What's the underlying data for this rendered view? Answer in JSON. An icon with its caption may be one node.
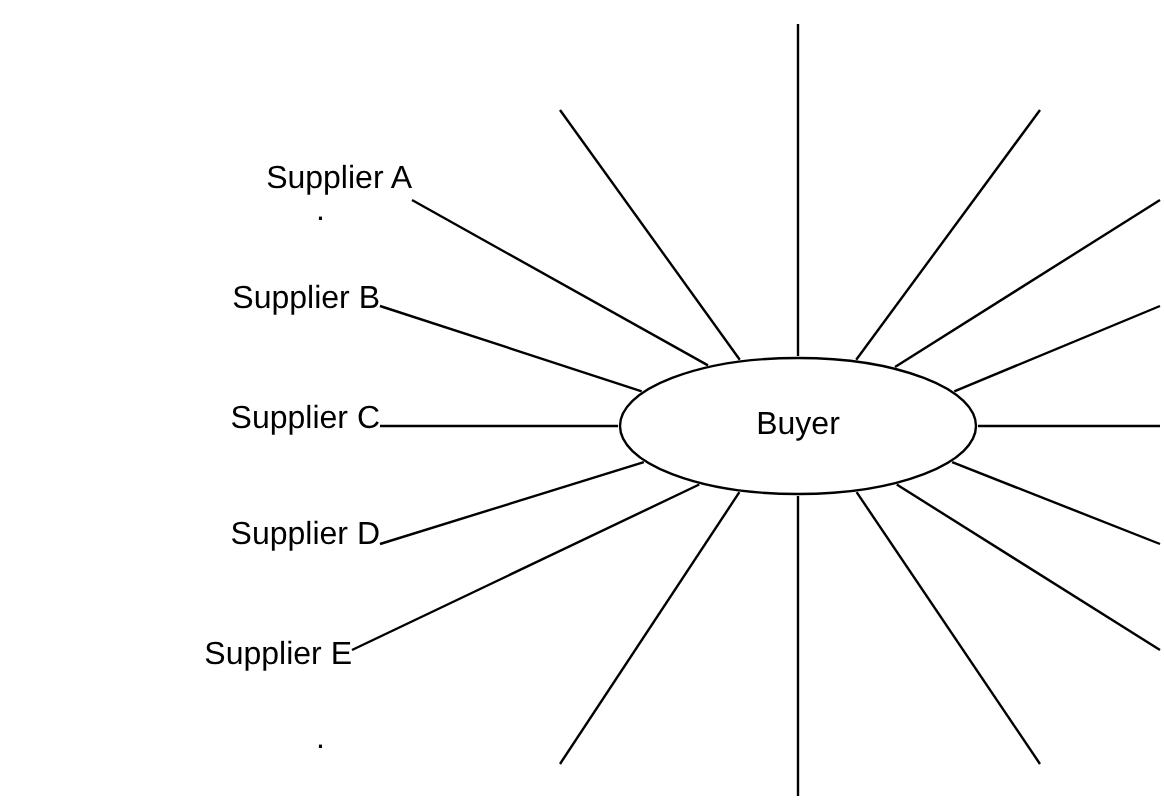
{
  "diagram": {
    "nodes": [
      {
        "text": [
          "Buyer"
        ]
      },
      {
        "text": [
          "Supplier A"
        ]
      },
      {
        "text": [
          "Supplier B"
        ]
      },
      {
        "text": [
          "Supplier C"
        ]
      },
      {
        "text": [
          "Supplier D"
        ]
      },
      {
        "text": [
          "Supplier E"
        ]
      }
    ],
    "edges": [
      {
        "from": 1,
        "to": 0,
        "arrow": "none"
      },
      {
        "from": 2,
        "to": 0,
        "arrow": "none"
      },
      {
        "from": 3,
        "to": 0,
        "arrow": "none"
      },
      {
        "from": 4,
        "to": 0,
        "arrow": "none"
      },
      {
        "from": 5,
        "to": 0,
        "arrow": "none"
      },
      {
        "from": null,
        "to": 0,
        "arrow": "none"
      },
      {
        "from": null,
        "to": 0,
        "arrow": "none"
      },
      {
        "from": null,
        "to": 0,
        "arrow": "none"
      },
      {
        "from": null,
        "to": 0,
        "arrow": "none"
      },
      {
        "from": null,
        "to": 0,
        "arrow": "none"
      },
      {
        "from": null,
        "to": 0,
        "arrow": "none"
      },
      {
        "from": null,
        "to": 0,
        "arrow": "none"
      },
      {
        "from": null,
        "to": 0,
        "arrow": "none"
      },
      {
        "from": null,
        "to": 0,
        "arrow": "none"
      },
      {
        "from": null,
        "to": 0,
        "arrow": "none"
      },
      {
        "from": null,
        "to": 0,
        "arrow": "none"
      }
    ],
    "labels": [
      ".",
      "."
    ]
  }
}
